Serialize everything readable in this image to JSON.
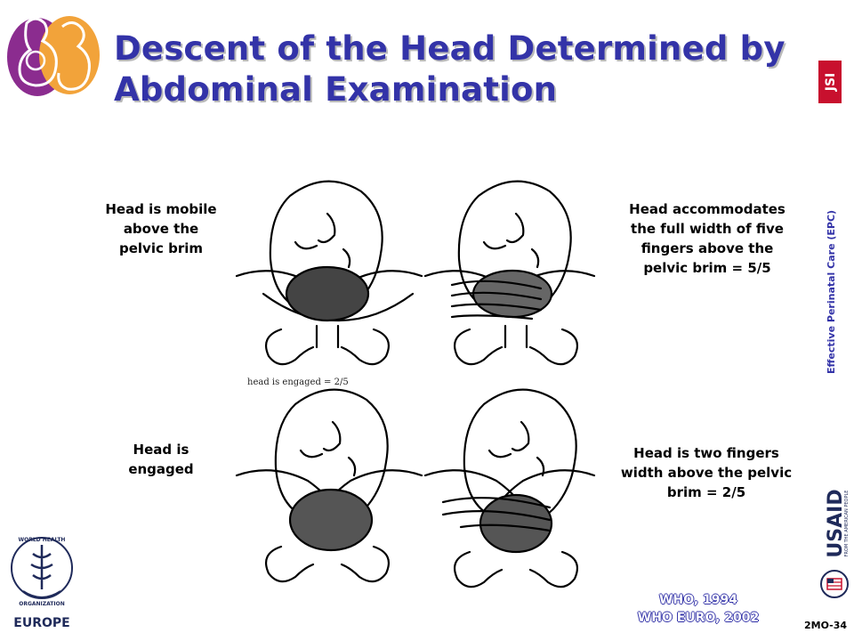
{
  "title": {
    "line1": "Descent of the Head Determined by",
    "line2": "Abdominal Examination"
  },
  "figures": {
    "top_left_label": "Head is mobile above the pelvic brim",
    "top_right_label": "Head accommodates the full width of five fingers above the pelvic brim = 5/5",
    "bottom_left_label": "Head is engaged",
    "bottom_right_label": "Head is two fingers width above the pelvic brim = 2/5",
    "illustration_caption": "head is engaged = 2/5"
  },
  "citation": {
    "line1": "WHO, 1994",
    "line2": "WHO EURO, 2002"
  },
  "sidebar": {
    "program": "Effective Perinatal Care (EPC)",
    "jsi_logo": "JSI",
    "usaid_logo": "USAID",
    "usaid_tagline": "FROM THE AMERICAN PEOPLE"
  },
  "who_logo": {
    "line1": "WORLD HEALTH",
    "line2": "ORGANIZATION",
    "region": "EUROPE"
  },
  "slide_code": "2MO-34",
  "colors": {
    "title": "#3333a8",
    "logo_purple": "#8b2c8f",
    "logo_orange": "#f2a33a",
    "jsi_red": "#c8102e",
    "usaid_navy": "#1f2a5a",
    "usaid_red": "#c8102e"
  }
}
